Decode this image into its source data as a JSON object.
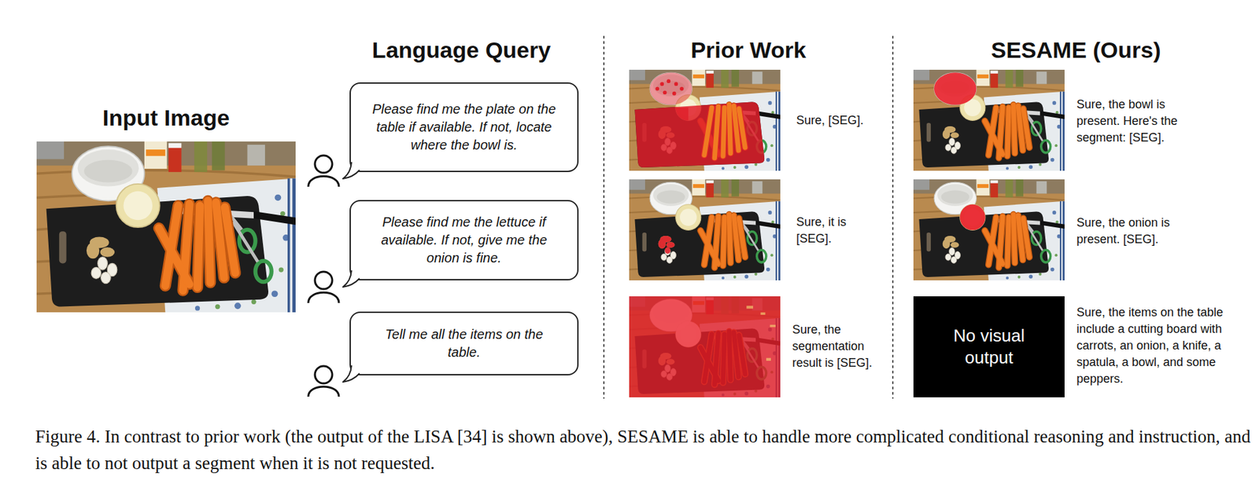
{
  "diagram": {
    "caption": "Figure 4. In contrast to prior work (the output of the LISA [34] is shown above), SESAME is able to handle more complicated conditional reasoning and instruction, and is able to not output a segment when it is not requested.",
    "nodes": [
      {
        "text": [
          "Please find me the plate on the table if available. If not, locate where the bowl is."
        ]
      },
      {
        "text": [
          "Please find me the lettuce if available. If not, give me the onion is fine."
        ]
      },
      {
        "text": [
          "Tell me all the items on the table."
        ]
      },
      {
        "text": [
          "No visual output"
        ]
      }
    ],
    "labels": [
      "Input Image",
      "Language Query",
      "Prior Work",
      "SESAME (Ours)",
      "Sure, [SEG].",
      "Sure, it is [SEG].",
      "Sure, the segmentation result is [SEG].",
      "Sure, the bowl is present. Here's the segment: [SEG].",
      "Sure, the onion is present. [SEG].",
      "Sure, the items on the table include a cutting board with carrots, an onion, a knife, a spatula, a bowl, and some peppers."
    ]
  }
}
